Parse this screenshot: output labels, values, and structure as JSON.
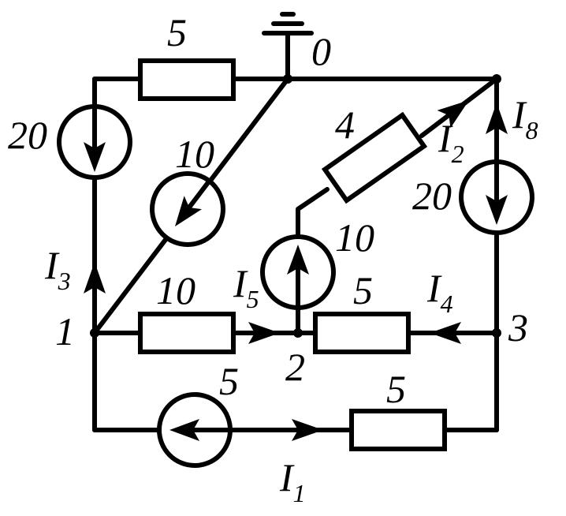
{
  "circuit": {
    "ground_node": "0",
    "nodes": {
      "n0": "0",
      "n1": "1",
      "n2": "2",
      "n3": "3"
    },
    "resistors": {
      "r_top": "5",
      "r_diag": "4",
      "r_12": "10",
      "r_23": "5",
      "r_bottom": "5"
    },
    "sources": {
      "src_left": "20",
      "src_diag": "10",
      "src_vert": "10",
      "src_right": "20",
      "src_bottom": "5"
    },
    "currents": [
      {
        "id": "I1",
        "main": "I",
        "sub": "1"
      },
      {
        "id": "I2",
        "main": "I",
        "sub": "2"
      },
      {
        "id": "I3",
        "main": "I",
        "sub": "3"
      },
      {
        "id": "I4",
        "main": "I",
        "sub": "4"
      },
      {
        "id": "I5",
        "main": "I",
        "sub": "5"
      },
      {
        "id": "I8",
        "main": "I",
        "sub": "8"
      }
    ]
  }
}
